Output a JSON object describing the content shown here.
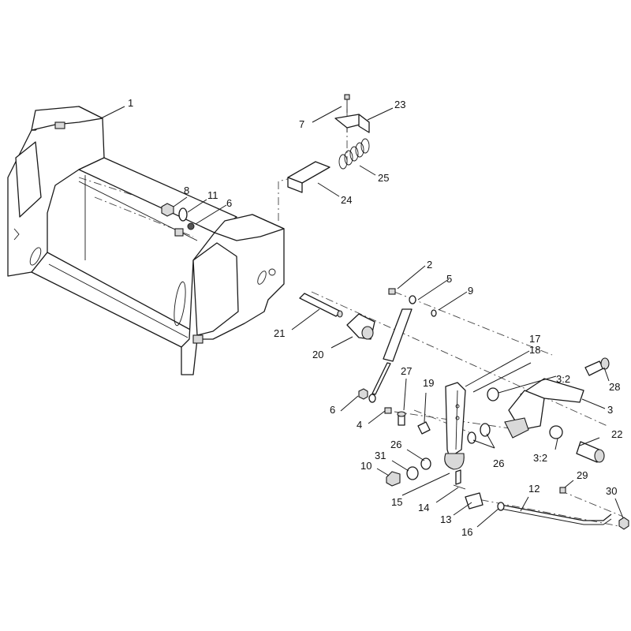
{
  "callouts": {
    "c1": "1",
    "c2": "2",
    "c3": "3",
    "c3_2a": "3:2",
    "c3_2b": "3:2",
    "c4": "4",
    "c5": "5",
    "c6a": "6",
    "c6b": "6",
    "c7": "7",
    "c8": "8",
    "c9": "9",
    "c10": "10",
    "c11": "11",
    "c12": "12",
    "c13": "13",
    "c14": "14",
    "c15": "15",
    "c16": "16",
    "c17": "17",
    "c18": "18",
    "c19": "19",
    "c20": "20",
    "c21": "21",
    "c22": "22",
    "c23": "23",
    "c24": "24",
    "c25": "25",
    "c26a": "26",
    "c26b": "26",
    "c27": "27",
    "c28": "28",
    "c29": "29",
    "c30": "30",
    "c31": "31"
  }
}
